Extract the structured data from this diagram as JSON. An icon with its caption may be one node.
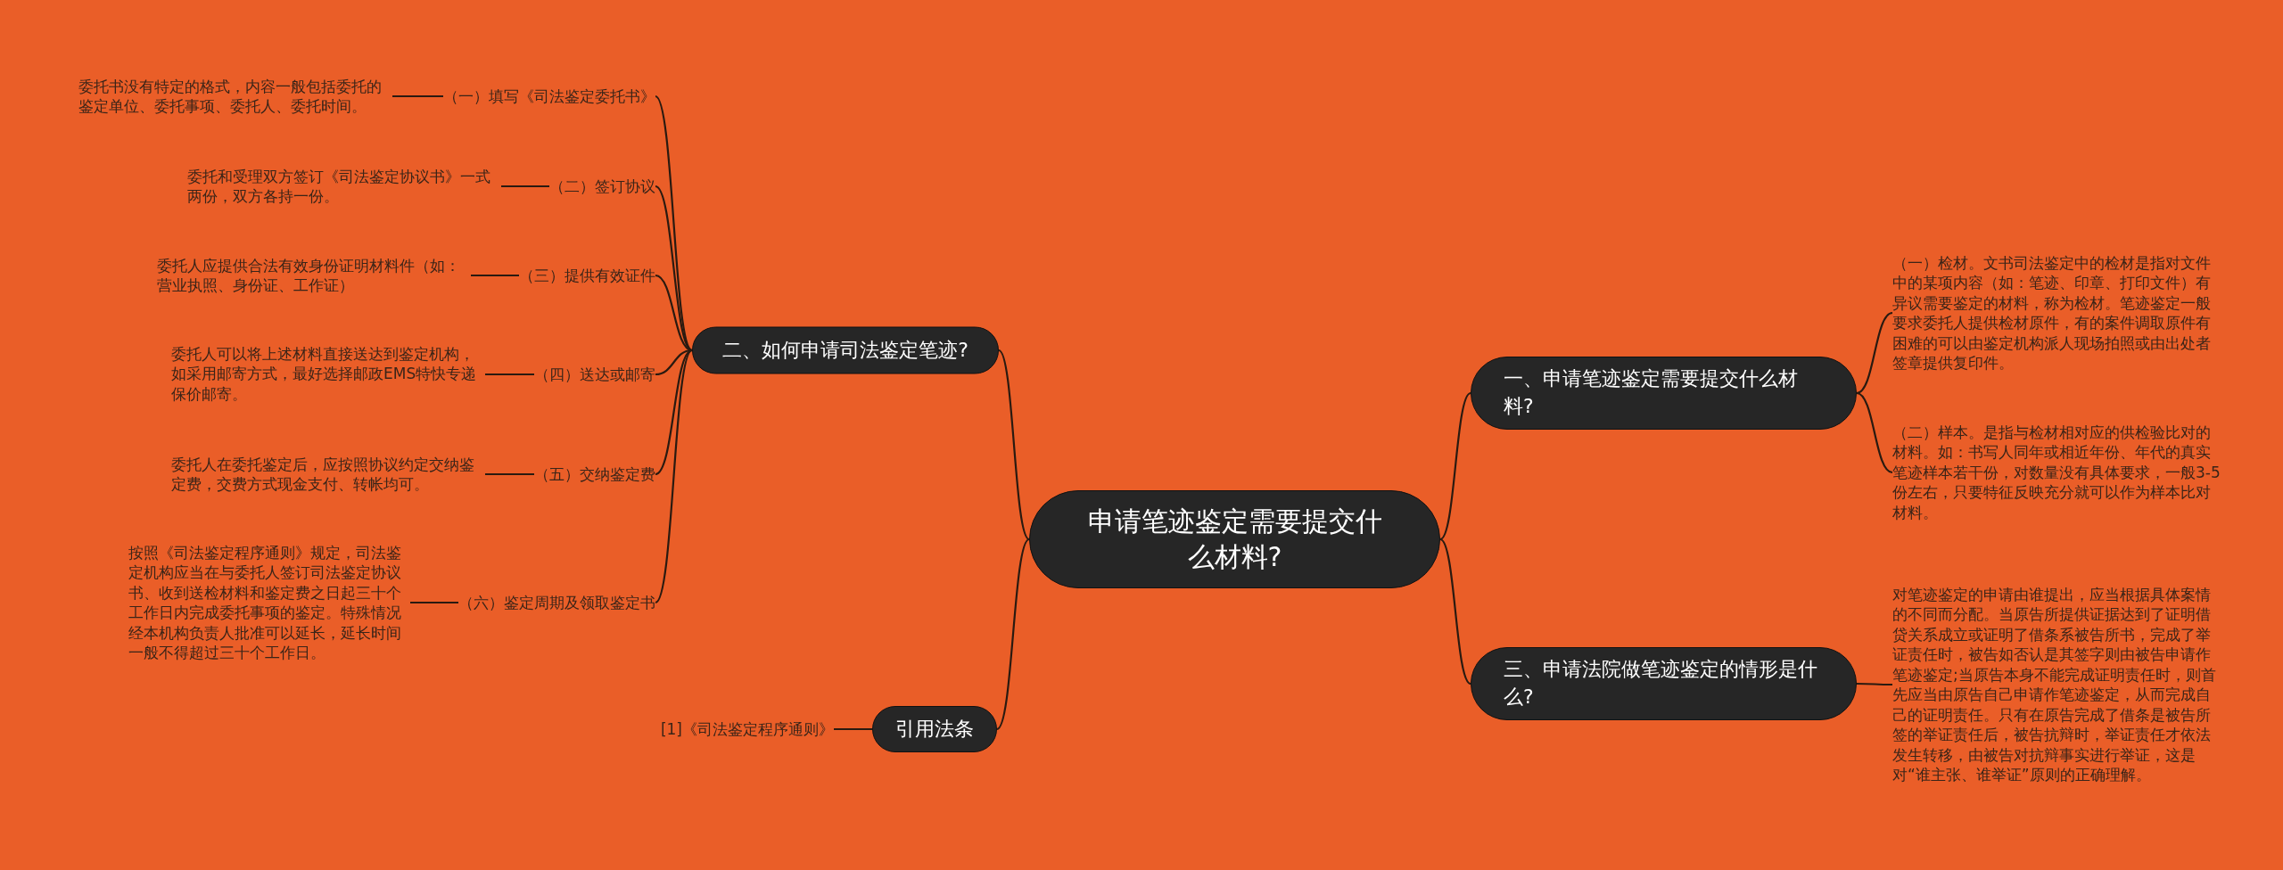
{
  "diagram": {
    "nodes": [
      {
        "text": [
          "申请笔迹鉴定需要提交什么材料?"
        ]
      },
      {
        "text": [
          "一、申请笔迹鉴定需要提交什么材料?"
        ]
      },
      {
        "text": [
          "（一）检材。文书司法鉴定中的检材是指对文件中的某项内容（如：笔迹、印章、打印文件）有异议需要鉴定的材料，称为检材。笔迹鉴定一般要求委托人提供检材原件，有的案件调取原件有困难的可以由鉴定机构派人现场拍照或由出处者签章提供复印件。"
        ]
      },
      {
        "text": [
          "（二）样本。是指与检材相对应的供检验比对的材料。如：书写人同年或相近年份、年代的真实笔迹样本若干份，对数量没有具体要求，一般3-5份左右，只要特征反映充分就可以作为样本比对材料。"
        ]
      },
      {
        "text": [
          "二、如何申请司法鉴定笔迹?"
        ]
      },
      {
        "text": [
          "（一）填写《司法鉴定委托书》"
        ]
      },
      {
        "text": [
          "（二）签订协议"
        ]
      },
      {
        "text": [
          "（三）提供有效证件"
        ]
      },
      {
        "text": [
          "（四）送达或邮寄"
        ]
      },
      {
        "text": [
          "（五）交纳鉴定费"
        ]
      },
      {
        "text": [
          "（六）鉴定周期及领取鉴定书"
        ]
      },
      {
        "text": [
          "委托书没有特定的格式，内容一般包括委托的鉴定单位、委托事项、委托人、委托时间。"
        ]
      },
      {
        "text": [
          "委托和受理双方签订《司法鉴定协议书》一式两份，双方各持一份。"
        ]
      },
      {
        "text": [
          "委托人应提供合法有效身份证明材料件（如：营业执照、身份证、工作证）"
        ]
      },
      {
        "text": [
          "委托人可以将上述材料直接送达到鉴定机构，如采用邮寄方式，最好选择邮政EMS特快专递保价邮寄。"
        ]
      },
      {
        "text": [
          "委托人在委托鉴定后，应按照协议约定交纳鉴定费，交费方式现金支付、转帐均可。"
        ]
      },
      {
        "text": [
          "按照《司法鉴定程序通则》规定，司法鉴定机构应当在与委托人签订司法鉴定协议书、收到送检材料和鉴定费之日起三十个工作日内完成委托事项的鉴定。特殊情况经本机构负责人批准可以延长，延长时间一般不得超过三十个工作日。"
        ]
      },
      {
        "text": [
          "三、申请法院做笔迹鉴定的情形是什么?"
        ]
      },
      {
        "text": [
          "对笔迹鉴定的申请由谁提出，应当根据具体案情的不同而分配。当原告所提供证据达到了证明借贷关系成立或证明了借条系被告所书，完成了举证责任时，被告如否认是其签字则由被告申请作笔迹鉴定;当原告本身不能完成证明责任时，则首先应当由原告自己申请作笔迹鉴定，从而完成自己的证明责任。只有在原告完成了借条是被告所签的举证责任后，被告抗辩时，举证责任才依法发生转移，由被告对抗辩事实进行举证，这是对“谁主张、谁举证”原则的正确理解。"
        ]
      },
      {
        "text": [
          "引用法条"
        ]
      },
      {
        "text": [
          "[1]《司法鉴定程序通则》"
        ]
      }
    ],
    "edges": [
      {
        "from": 0,
        "to": 1,
        "arrow": "none"
      },
      {
        "from": 1,
        "to": 2,
        "arrow": "none"
      },
      {
        "from": 1,
        "to": 3,
        "arrow": "none"
      },
      {
        "from": 0,
        "to": 4,
        "arrow": "none"
      },
      {
        "from": 4,
        "to": 5,
        "arrow": "none"
      },
      {
        "from": 4,
        "to": 6,
        "arrow": "none"
      },
      {
        "from": 4,
        "to": 7,
        "arrow": "none"
      },
      {
        "from": 4,
        "to": 8,
        "arrow": "none"
      },
      {
        "from": 4,
        "to": 9,
        "arrow": "none"
      },
      {
        "from": 4,
        "to": 10,
        "arrow": "none"
      },
      {
        "from": 5,
        "to": 11,
        "arrow": "none"
      },
      {
        "from": 6,
        "to": 12,
        "arrow": "none"
      },
      {
        "from": 7,
        "to": 13,
        "arrow": "none"
      },
      {
        "from": 8,
        "to": 14,
        "arrow": "none"
      },
      {
        "from": 9,
        "to": 15,
        "arrow": "none"
      },
      {
        "from": 10,
        "to": 16,
        "arrow": "none"
      },
      {
        "from": 0,
        "to": 17,
        "arrow": "none"
      },
      {
        "from": 17,
        "to": 18,
        "arrow": "none"
      },
      {
        "from": 0,
        "to": 19,
        "arrow": "none"
      },
      {
        "from": 19,
        "to": 20,
        "arrow": "none"
      }
    ]
  }
}
